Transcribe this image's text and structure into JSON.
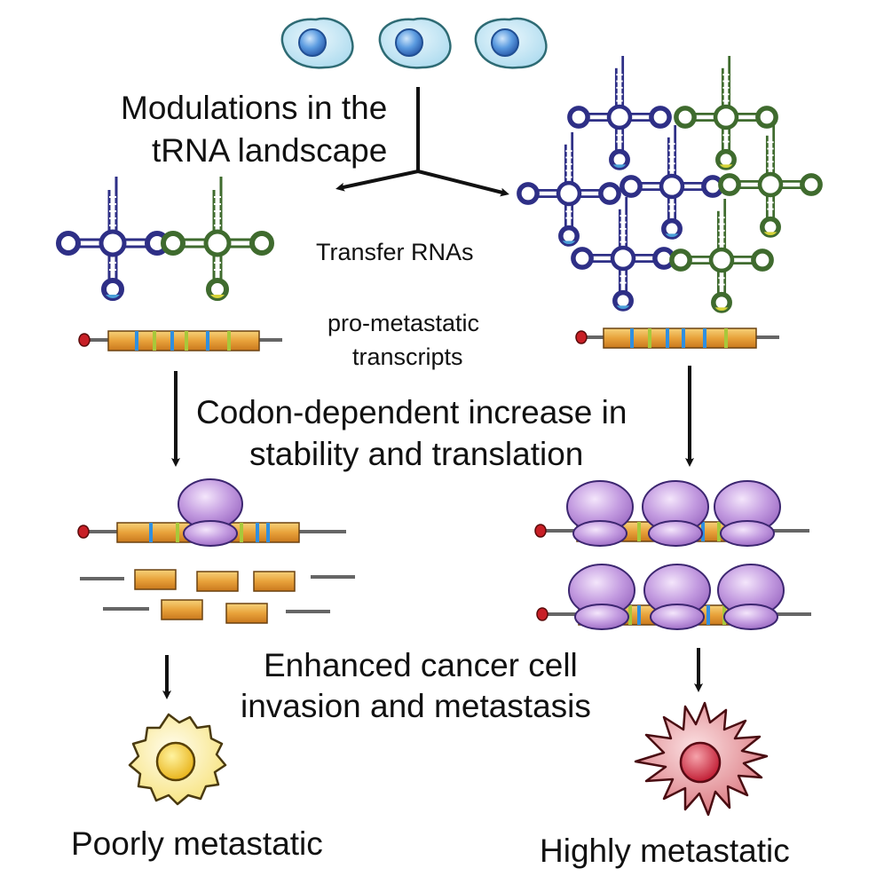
{
  "labels": {
    "modulations_line1": "Modulations in the",
    "modulations_line2": "tRNA landscape",
    "transfer_rnas": "Transfer RNAs",
    "pro_metastatic_line1": "pro-metastatic",
    "pro_metastatic_line2": "transcripts",
    "codon_line1": "Codon-dependent increase in",
    "codon_line2": "stability and translation",
    "enhanced_line1": "Enhanced cancer cell",
    "enhanced_line2": "invasion and metastasis",
    "poorly": "Poorly metastatic",
    "highly": "Highly metastatic"
  },
  "colors": {
    "trna_blue": "#2e2f86",
    "trna_green": "#3f6b2e",
    "anticodon_blue": "#4a9fd8",
    "anticodon_yellow": "#d6d43a",
    "transcript_orange": "#e8a23a",
    "codon_blue": "#2f8fe0",
    "codon_green": "#a8c83a",
    "ribosome_purple": "#b98ad6",
    "cap_red": "#c81f26",
    "cell_fill": "#bfe3f2",
    "nucleus_blue": "#4f93d8",
    "poor_cell": "#fbeea0",
    "high_cell": "#e08a8f"
  }
}
